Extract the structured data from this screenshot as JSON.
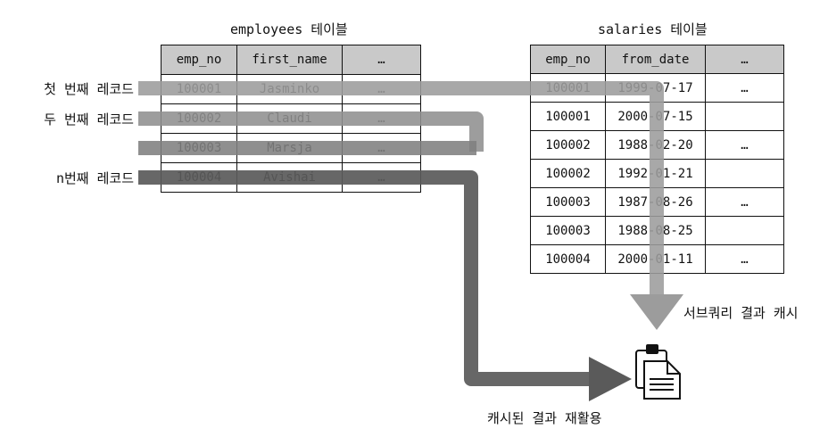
{
  "employees": {
    "title": "employees 테이블",
    "columns": [
      "emp_no",
      "first_name",
      "…"
    ],
    "rows": [
      [
        "100001",
        "Jasminko",
        "…"
      ],
      [
        "100002",
        "Claudi",
        "…"
      ],
      [
        "100003",
        "Marsja",
        "…"
      ],
      [
        "100004",
        "Avishai",
        "…"
      ]
    ]
  },
  "salaries": {
    "title": "salaries 테이블",
    "columns": [
      "emp_no",
      "from_date",
      "…"
    ],
    "rows": [
      [
        "100001",
        "1999-07-17",
        "…"
      ],
      [
        "100001",
        "2000-07-15",
        ""
      ],
      [
        "100002",
        "1988-02-20",
        "…"
      ],
      [
        "100002",
        "1992-01-21",
        ""
      ],
      [
        "100003",
        "1987-08-26",
        "…"
      ],
      [
        "100003",
        "1988-08-25",
        ""
      ],
      [
        "100004",
        "2000-01-11",
        "…"
      ]
    ]
  },
  "record_labels": {
    "first": "첫 번째 레코드",
    "second": "두 번째 레코드",
    "nth": "n번째 레코드"
  },
  "annotations": {
    "subquery_cache": "서브쿼리 결과 캐시",
    "cache_reuse": "캐시된 결과 재활용"
  },
  "icons": {
    "cache": "clipboard-icon"
  },
  "colors": {
    "header_fill": "#c9c9c9",
    "arrow_light": "#9c9c9c",
    "arrow_dark": "#555555",
    "arrow_mid": "#7a7a7a"
  }
}
